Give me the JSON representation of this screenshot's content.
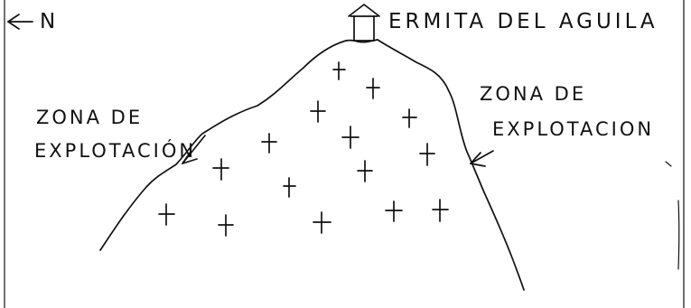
{
  "north_label": "N",
  "top_label": "ERMITA DEL AGUILA",
  "left_zone": {
    "line1": "ZONA DE",
    "line2": "EXPLOTACIÓN"
  },
  "right_zone": {
    "line1": "ZONA DE",
    "line2": "EXPLOTACION"
  },
  "icons": {
    "north": "arrow-left-icon",
    "hermitage": "chapel-icon",
    "crosses": "plus-icon"
  },
  "ink_color": "#111111"
}
